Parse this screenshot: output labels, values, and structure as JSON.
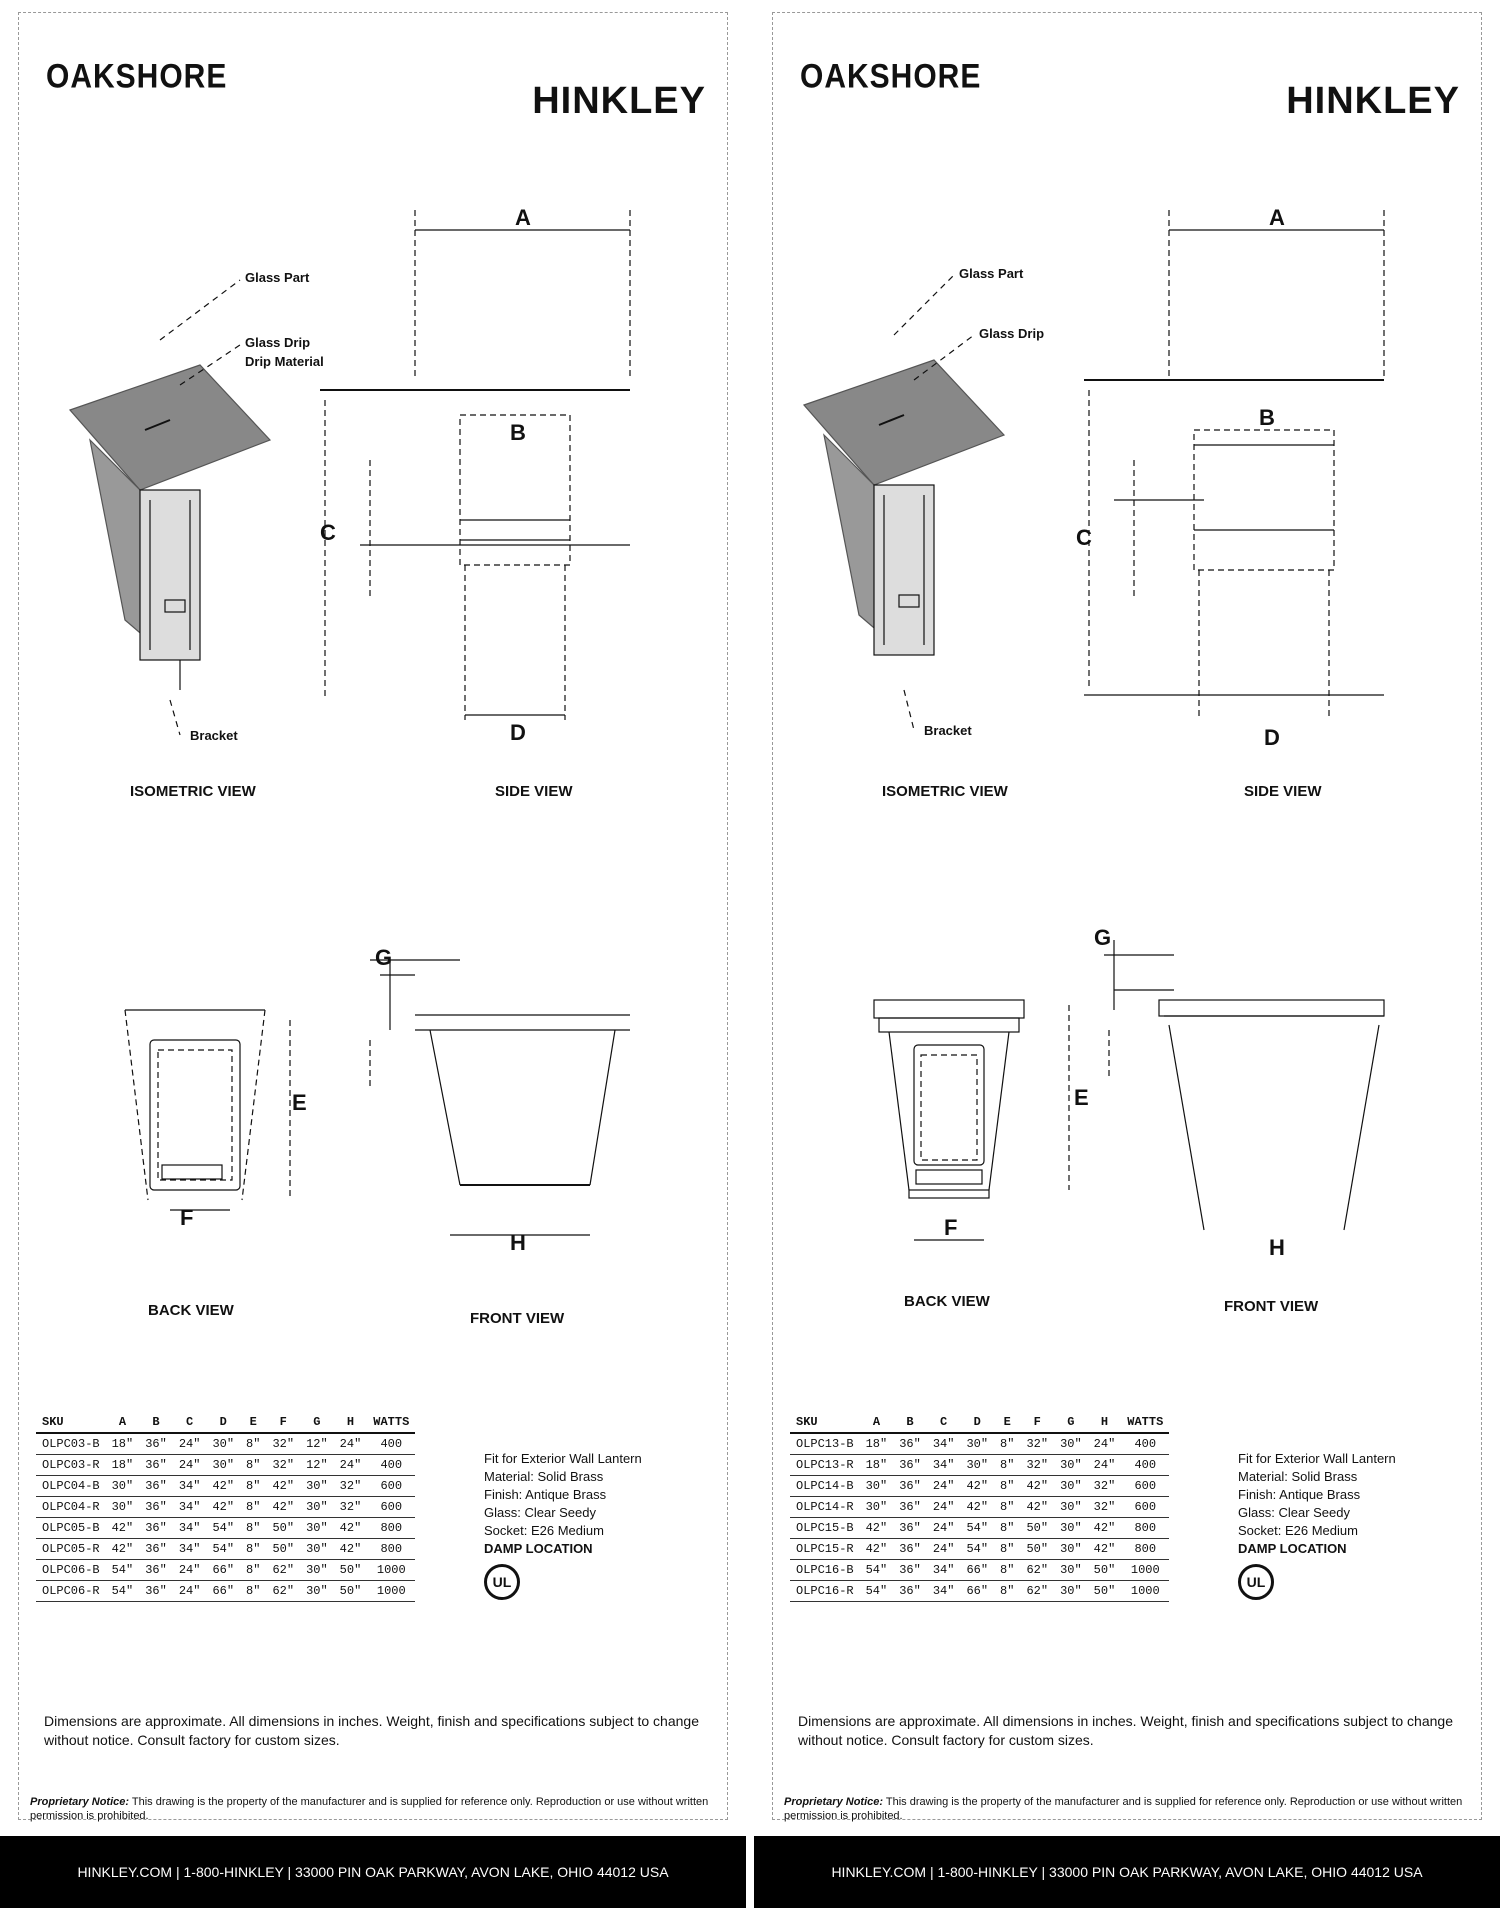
{
  "sheets": [
    {
      "brand_name": "OAKSHORE",
      "logo_text": "HINKLEY",
      "logo_tagline": "",
      "view_labels": {
        "iso": "ISOMETRIC VIEW",
        "side": "SIDE VIEW",
        "back": "BACK VIEW",
        "front": "FRONT VIEW"
      },
      "callouts": [
        "Glass Part",
        "Glass Drip",
        "Drip Material",
        "Bracket"
      ],
      "dimension_labels": [
        "A",
        "B",
        "C",
        "D",
        "E",
        "F",
        "G",
        "H"
      ],
      "spec_table": {
        "headers": [
          "SKU",
          "A",
          "B",
          "C",
          "D",
          "E",
          "F",
          "G",
          "H",
          "WATTS"
        ],
        "rows": [
          [
            "OLPC03-B",
            "18\"",
            "36\"",
            "24\"",
            "30\"",
            "8\"",
            "32\"",
            "12\"",
            "24\"",
            "400"
          ],
          [
            "OLPC03-R",
            "18\"",
            "36\"",
            "24\"",
            "30\"",
            "8\"",
            "32\"",
            "12\"",
            "24\"",
            "400"
          ],
          [
            "OLPC04-B",
            "30\"",
            "36\"",
            "34\"",
            "42\"",
            "8\"",
            "42\"",
            "30\"",
            "32\"",
            "600"
          ],
          [
            "OLPC04-R",
            "30\"",
            "36\"",
            "34\"",
            "42\"",
            "8\"",
            "42\"",
            "30\"",
            "32\"",
            "600"
          ],
          [
            "OLPC05-B",
            "42\"",
            "36\"",
            "34\"",
            "54\"",
            "8\"",
            "50\"",
            "30\"",
            "42\"",
            "800"
          ],
          [
            "OLPC05-R",
            "42\"",
            "36\"",
            "34\"",
            "54\"",
            "8\"",
            "50\"",
            "30\"",
            "42\"",
            "800"
          ],
          [
            "OLPC06-B",
            "54\"",
            "36\"",
            "24\"",
            "66\"",
            "8\"",
            "62\"",
            "30\"",
            "50\"",
            "1000"
          ],
          [
            "OLPC06-R",
            "54\"",
            "36\"",
            "24\"",
            "66\"",
            "8\"",
            "62\"",
            "30\"",
            "50\"",
            "1000"
          ]
        ]
      },
      "notes": [
        "Fit for Exterior Wall Lantern",
        "Material: Solid Brass",
        "Finish: Antique Brass",
        "Glass: Clear Seedy",
        "Socket: E26 Medium"
      ],
      "rating_title": "DAMP LOCATION",
      "rating_code": "UL",
      "footnote": "Dimensions are approximate. All dimensions in inches. Weight, finish and specifications subject to change without notice. Consult factory for custom sizes.",
      "legal_title": "Proprietary Notice:",
      "legal_text": "This drawing is the property of the manufacturer and is supplied for reference only. Reproduction or use without written permission is prohibited.",
      "footer": "HINKLEY.COM | 1-800-HINKLEY | 33000 PIN OAK PARKWAY, AVON LAKE, OHIO 44012 USA"
    },
    {
      "brand_name": "OAKSHORE",
      "logo_text": "HINKLEY",
      "logo_tagline": "",
      "view_labels": {
        "iso": "ISOMETRIC VIEW",
        "side": "SIDE VIEW",
        "back": "BACK VIEW",
        "front": "FRONT VIEW"
      },
      "callouts": [
        "Glass Part",
        "Glass Drip",
        "Bracket"
      ],
      "dimension_labels": [
        "A",
        "B",
        "C",
        "D",
        "E",
        "F",
        "G",
        "H"
      ],
      "spec_table": {
        "headers": [
          "SKU",
          "A",
          "B",
          "C",
          "D",
          "E",
          "F",
          "G",
          "H",
          "WATTS"
        ],
        "rows": [
          [
            "OLPC13-B",
            "18\"",
            "36\"",
            "34\"",
            "30\"",
            "8\"",
            "32\"",
            "30\"",
            "24\"",
            "400"
          ],
          [
            "OLPC13-R",
            "18\"",
            "36\"",
            "34\"",
            "30\"",
            "8\"",
            "32\"",
            "30\"",
            "24\"",
            "400"
          ],
          [
            "OLPC14-B",
            "30\"",
            "36\"",
            "24\"",
            "42\"",
            "8\"",
            "42\"",
            "30\"",
            "32\"",
            "600"
          ],
          [
            "OLPC14-R",
            "30\"",
            "36\"",
            "24\"",
            "42\"",
            "8\"",
            "42\"",
            "30\"",
            "32\"",
            "600"
          ],
          [
            "OLPC15-B",
            "42\"",
            "36\"",
            "24\"",
            "54\"",
            "8\"",
            "50\"",
            "30\"",
            "42\"",
            "800"
          ],
          [
            "OLPC15-R",
            "42\"",
            "36\"",
            "24\"",
            "54\"",
            "8\"",
            "50\"",
            "30\"",
            "42\"",
            "800"
          ],
          [
            "OLPC16-B",
            "54\"",
            "36\"",
            "34\"",
            "66\"",
            "8\"",
            "62\"",
            "30\"",
            "50\"",
            "1000"
          ],
          [
            "OLPC16-R",
            "54\"",
            "36\"",
            "34\"",
            "66\"",
            "8\"",
            "62\"",
            "30\"",
            "50\"",
            "1000"
          ]
        ]
      },
      "notes": [
        "Fit for Exterior Wall Lantern",
        "Material: Solid Brass",
        "Finish: Antique Brass",
        "Glass: Clear Seedy",
        "Socket: E26 Medium"
      ],
      "rating_title": "DAMP LOCATION",
      "rating_code": "UL",
      "footnote": "Dimensions are approximate. All dimensions in inches. Weight, finish and specifications subject to change without notice. Consult factory for custom sizes.",
      "legal_title": "Proprietary Notice:",
      "legal_text": "This drawing is the property of the manufacturer and is supplied for reference only. Reproduction or use without written permission is prohibited.",
      "footer": "HINKLEY.COM | 1-800-HINKLEY | 33000 PIN OAK PARKWAY, AVON LAKE, OHIO 44012 USA"
    }
  ]
}
